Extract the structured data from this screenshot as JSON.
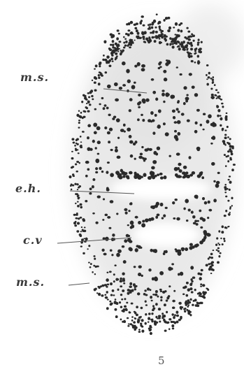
{
  "figure": {
    "number": "5",
    "labels": {
      "ms_top": "m.s.",
      "eh": "e.h.",
      "cv": "c.v",
      "ms_bottom": "m.s."
    }
  }
}
